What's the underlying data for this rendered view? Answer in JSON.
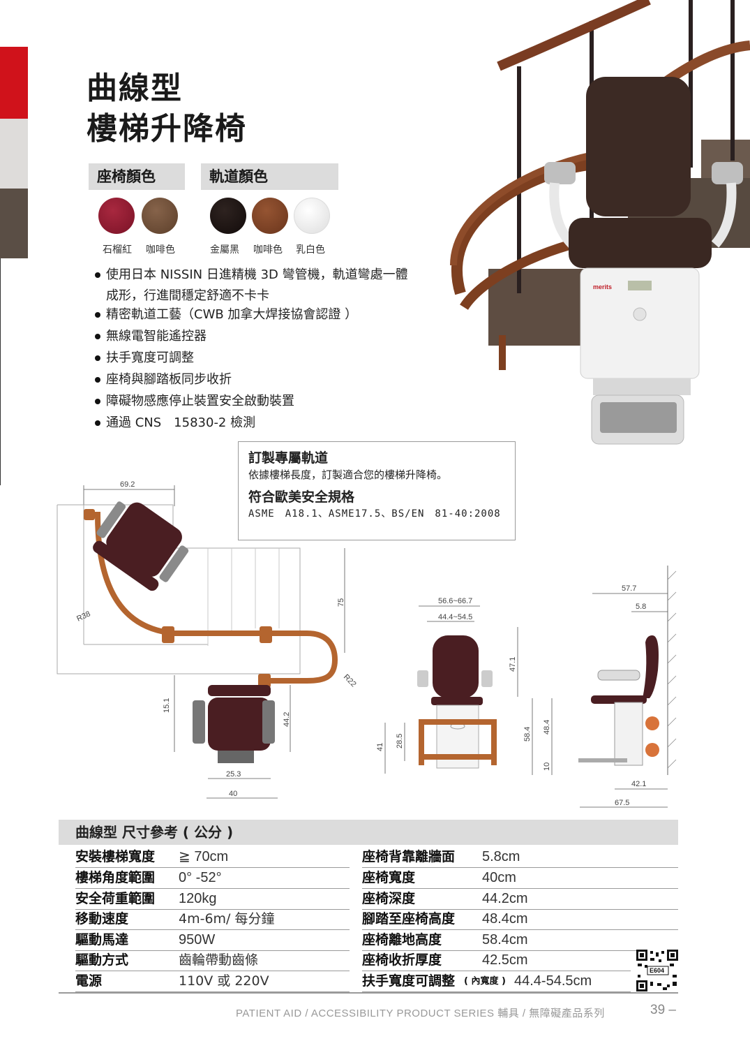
{
  "title": {
    "line1": "曲線型",
    "line2": "樓梯升降椅"
  },
  "seat_color": {
    "label": "座椅顏色",
    "swatches": [
      {
        "name": "石榴紅",
        "color": "#8b1a2e"
      },
      {
        "name": "咖啡色",
        "color": "#6a4a33"
      }
    ]
  },
  "rail_color": {
    "label": "軌道顏色",
    "swatches": [
      {
        "name": "金屬黑",
        "color": "#1e1412"
      },
      {
        "name": "咖啡色",
        "color": "#7a4226"
      },
      {
        "name": "乳白色",
        "color": "#ececec"
      }
    ]
  },
  "features": {
    "f1_line1": "使用日本 NISSIN 日進精機 3D 彎管機，軌道彎處一體",
    "f1_line2": "成形，行進間穩定舒適不卡卡",
    "f2": "精密軌道工藝（CWB 加拿大焊接協會認證 ）",
    "f3": "無線電智能遙控器",
    "f4": "扶手寬度可調整",
    "f5": "座椅與腳踏板同步收折",
    "f6": "障礙物感應停止裝置安全啟動裝置",
    "f7": "通過 CNS　15830-2 檢測"
  },
  "callout": {
    "h1": "訂製專屬軌道",
    "p1": "依據樓梯長度，訂製適合您的樓梯升降椅。",
    "h2": "符合歐美安全規格",
    "p2": "ASME　A18.1、ASME17.5、BS/EN　81-40:2008"
  },
  "dims": {
    "plan_width": "69.2",
    "r38": "R38",
    "d75": "75",
    "r22": "R22",
    "d15_1": "15.1",
    "d44_2": "44.2",
    "d25_3": "25.3",
    "d40": "40",
    "front_outer": "56.6~66.7",
    "front_inner": "44.4~54.5",
    "d47_1": "47.1",
    "d41": "41",
    "d28_5": "28.5",
    "side_total": "57.7",
    "side_gap": "5.8",
    "d58_4": "58.4",
    "d48_4": "48.4",
    "d10": "10",
    "d42_1": "42.1",
    "d67_5": "67.5",
    "brand": "merits"
  },
  "spec": {
    "header": "曲線型 尺寸參考 ( 公分 )",
    "left": [
      {
        "k": "安裝樓梯寬度",
        "v": "≧ 70cm"
      },
      {
        "k": "樓梯角度範圍",
        "v": "0° -52°"
      },
      {
        "k": "安全荷重範圍",
        "v": "120kg"
      },
      {
        "k": "移動速度",
        "v": "4m-6m/ 每分鐘"
      },
      {
        "k": "驅動馬達",
        "v": "950W"
      },
      {
        "k": "驅動方式",
        "v": "齒輪帶動齒條"
      },
      {
        "k": "電源",
        "v": "110V 或 220V"
      }
    ],
    "right": [
      {
        "k": "座椅背靠離牆面",
        "v": "5.8cm"
      },
      {
        "k": "座椅寬度",
        "v": "40cm"
      },
      {
        "k": "座椅深度",
        "v": "44.2cm"
      },
      {
        "k": "腳踏至座椅高度",
        "v": "48.4cm"
      },
      {
        "k": "座椅離地高度",
        "v": "58.4cm"
      },
      {
        "k": "座椅收折厚度",
        "v": "42.5cm"
      }
    ],
    "last_key": "扶手寬度可調整",
    "last_key_small": "( 內寬度 )",
    "last_value": "44.4-54.5cm"
  },
  "qr_code": "E604",
  "footer": "PATIENT AID / ACCESSIBILITY PRODUCT SERIES 輔具 / 無障礙產品系列",
  "page_number": "39 –"
}
